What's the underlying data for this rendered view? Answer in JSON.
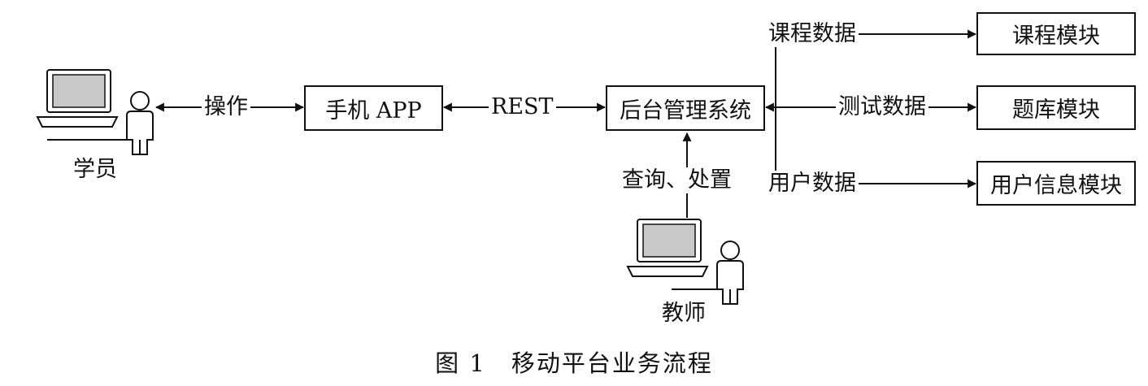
{
  "diagram": {
    "actors": {
      "student": "学员",
      "teacher": "教师"
    },
    "nodes": {
      "mobile_app": "手机 APP",
      "backend": "后台管理系统",
      "course_module": "课程模块",
      "question_bank_module": "题库模块",
      "user_info_module": "用户信息模块"
    },
    "edge_labels": {
      "operate": "操作",
      "rest": "REST",
      "query_handle": "查询、处置",
      "course_data": "课程数据",
      "test_data": "测试数据",
      "user_data": "用户数据"
    },
    "caption": "图 1　移动平台业务流程",
    "colors": {
      "line": "#111111",
      "screen": "#c9c9c9",
      "background": "#ffffff"
    },
    "icons": [
      "laptop-icon",
      "person-icon"
    ]
  }
}
